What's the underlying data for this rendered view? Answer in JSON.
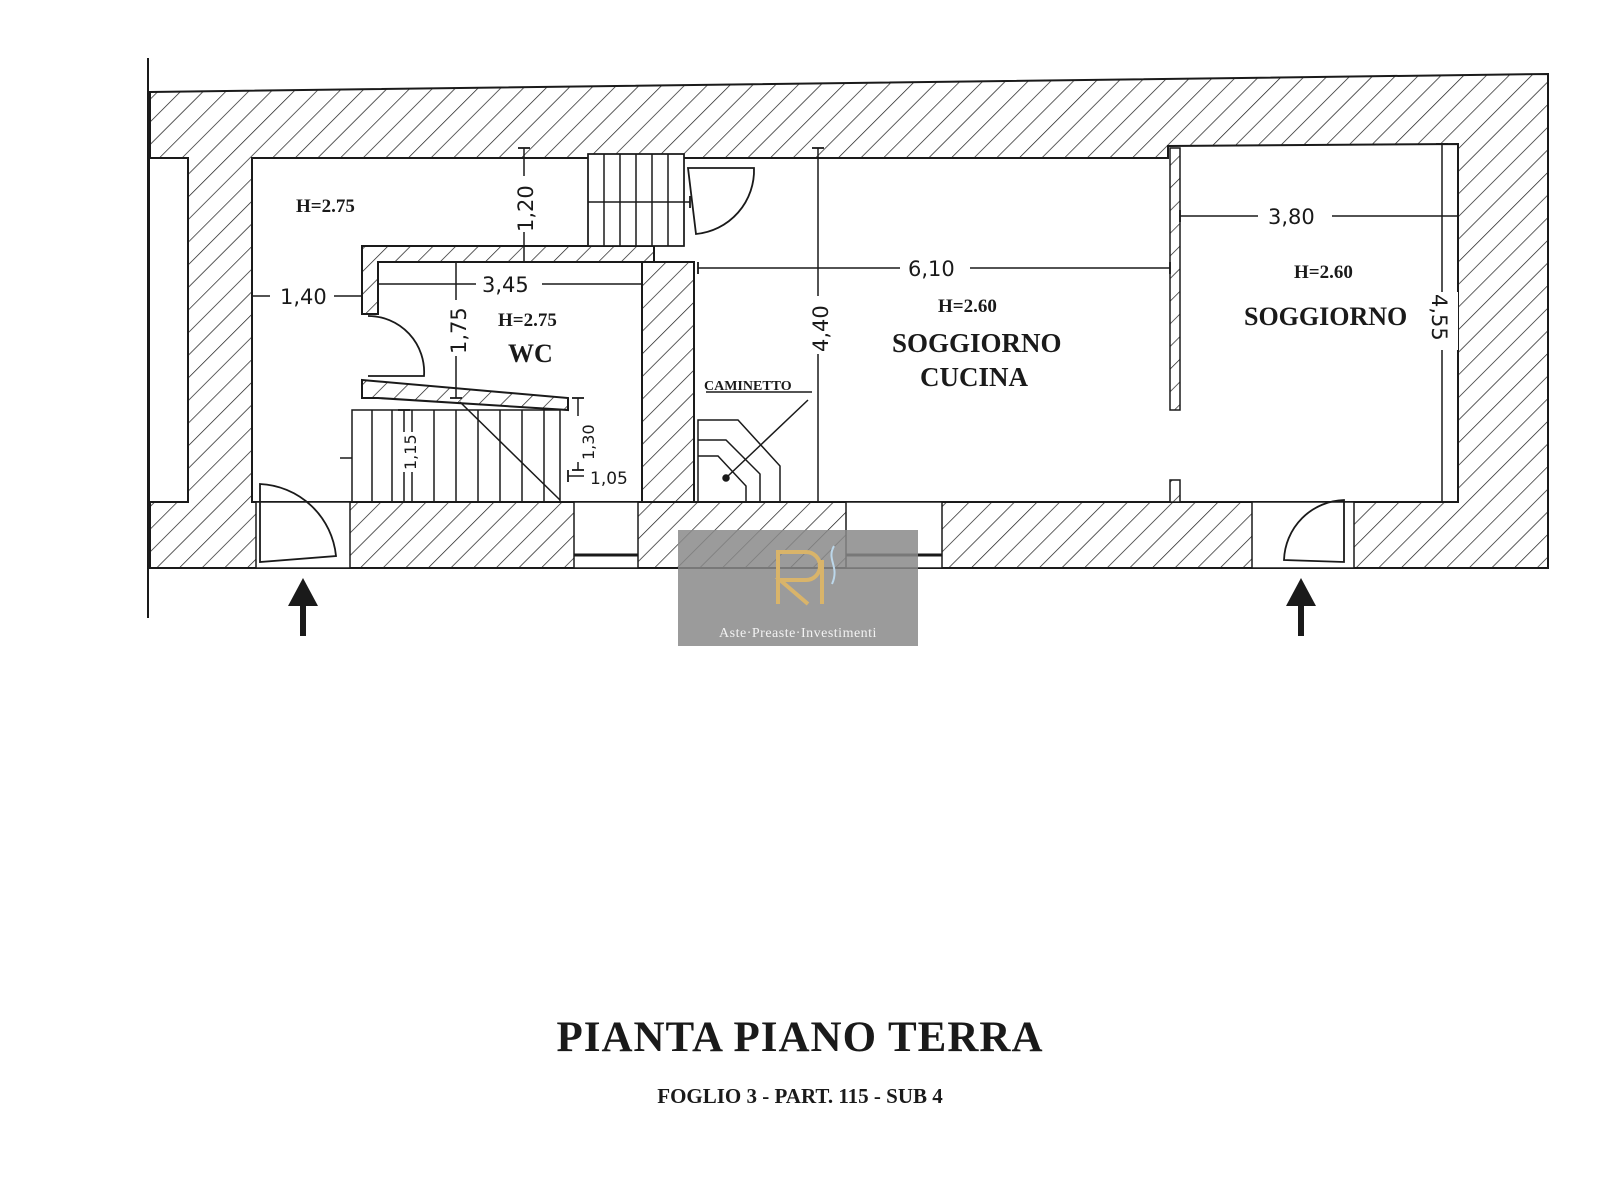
{
  "title": "PIANTA PIANO TERRA",
  "subtitle": "FOGLIO 3 - PART. 115 - SUB 4",
  "rooms": {
    "ingresso_height": "H=2.75",
    "wc_height": "H=2.75",
    "wc_name": "WC",
    "cucina_height": "H=2.60",
    "cucina_name_1": "SOGGIORNO",
    "cucina_name_2": "CUCINA",
    "soggiorno_height": "H=2.60",
    "soggiorno_name": "SOGGIORNO",
    "caminetto": "CAMINETTO"
  },
  "dimensions": {
    "d_1_40": "1,40",
    "d_1_20": "1,20",
    "d_3_45": "3,45",
    "d_1_75": "1,75",
    "d_1_30": "1,30",
    "d_1_15": "1,15",
    "d_1_05": "1,05",
    "d_6_10": "6,10",
    "d_4_40": "4,40",
    "d_3_80": "3,80",
    "d_4_55": "4,55"
  },
  "watermark": {
    "text": "Aste·Preaste·Investimenti",
    "logo_letters": "PRI"
  },
  "colors": {
    "line": "#1a1a1a",
    "watermark_bg": "#8a8a8a",
    "logo_gold": "#d9b46a"
  }
}
